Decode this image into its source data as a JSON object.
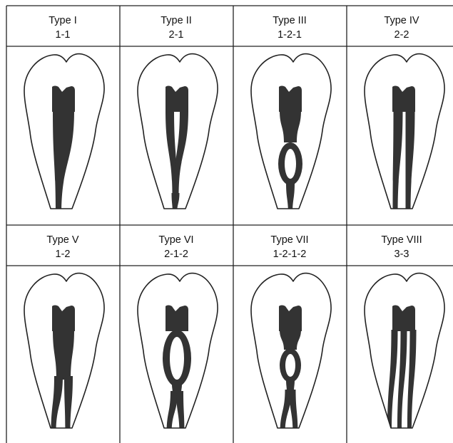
{
  "cells": [
    {
      "type": "Type I",
      "config": "1-1",
      "canals": [
        [
          1
        ]
      ]
    },
    {
      "type": "Type II",
      "config": "2-1",
      "canals": [
        [
          2
        ],
        [
          1
        ]
      ]
    },
    {
      "type": "Type III",
      "config": "1-2-1",
      "canals": [
        [
          1
        ],
        [
          2
        ],
        [
          1
        ]
      ]
    },
    {
      "type": "Type IV",
      "config": "2-2",
      "canals": [
        [
          2
        ],
        [
          2
        ]
      ]
    },
    {
      "type": "Type V",
      "config": "1-2",
      "canals": [
        [
          1
        ],
        [
          2
        ]
      ]
    },
    {
      "type": "Type VI",
      "config": "2-1-2",
      "canals": [
        [
          2
        ],
        [
          1
        ],
        [
          2
        ]
      ]
    },
    {
      "type": "Type VII",
      "config": "1-2-1-2",
      "canals": [
        [
          1
        ],
        [
          2
        ],
        [
          1
        ],
        [
          2
        ]
      ]
    },
    {
      "type": "Type VIII",
      "config": "3-3",
      "canals": [
        [
          3
        ],
        [
          3
        ]
      ]
    }
  ],
  "colors": {
    "line": "#222222",
    "canal": "#333333",
    "background": "#ffffff"
  }
}
